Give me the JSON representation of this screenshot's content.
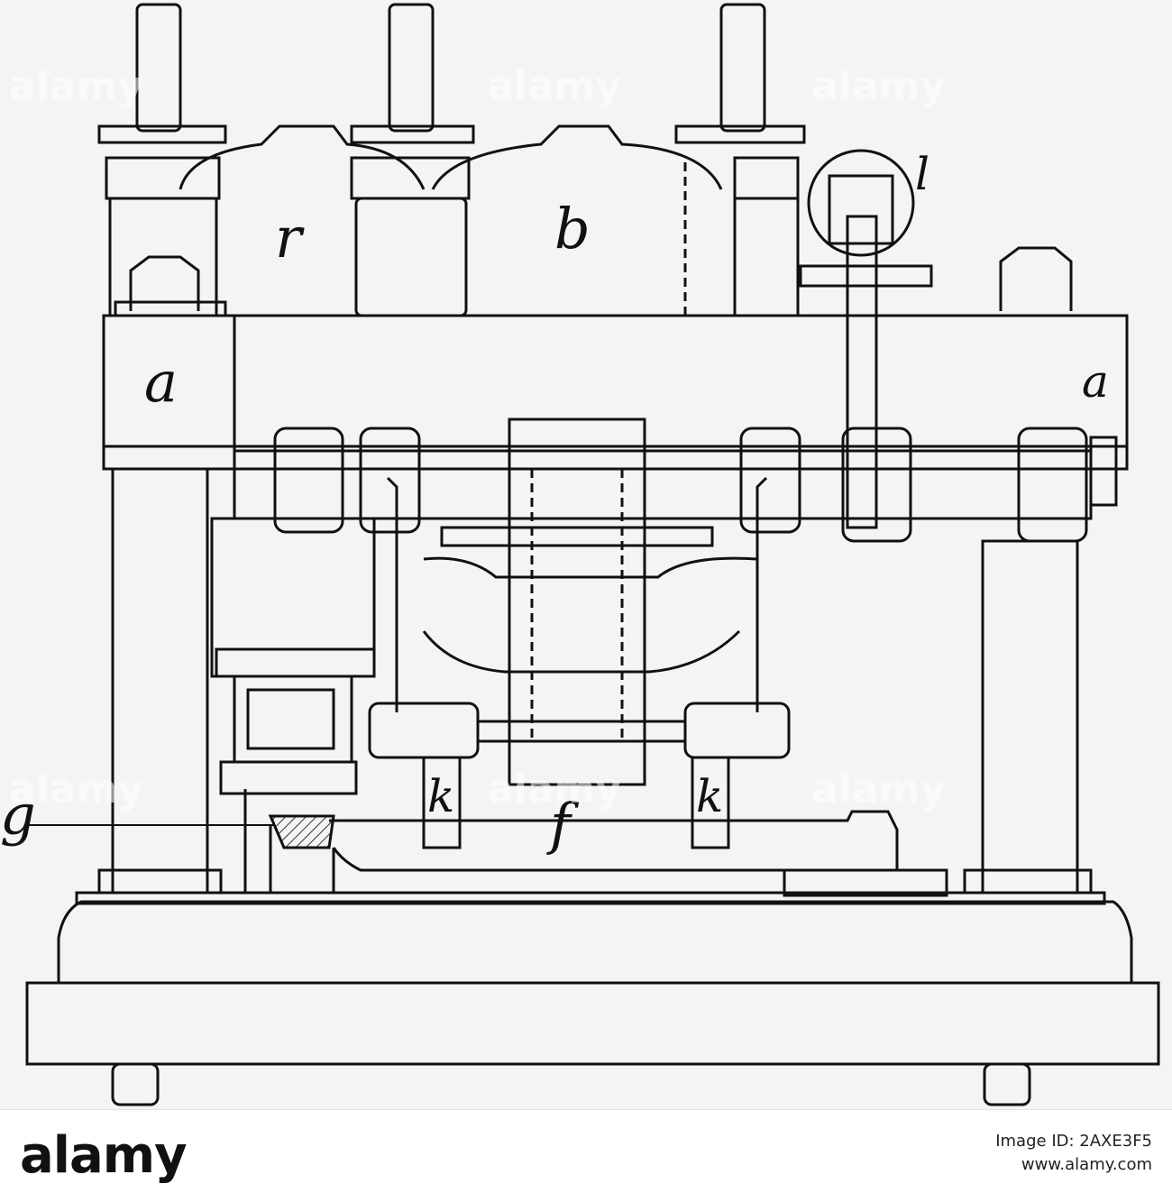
{
  "figure": {
    "labels": {
      "a_left": "a",
      "a_right": "a",
      "r": "r",
      "b": "b",
      "l": "l",
      "k_left": "k",
      "k_right": "k",
      "f": "f",
      "g": "g"
    },
    "line_color": "#111111",
    "hatch_color": "#333333"
  },
  "watermark": {
    "text": "alamy"
  },
  "footer": {
    "logo": "alamy",
    "image_id_label": "Image ID: 2AXE3F5",
    "site": "www.alamy.com"
  }
}
